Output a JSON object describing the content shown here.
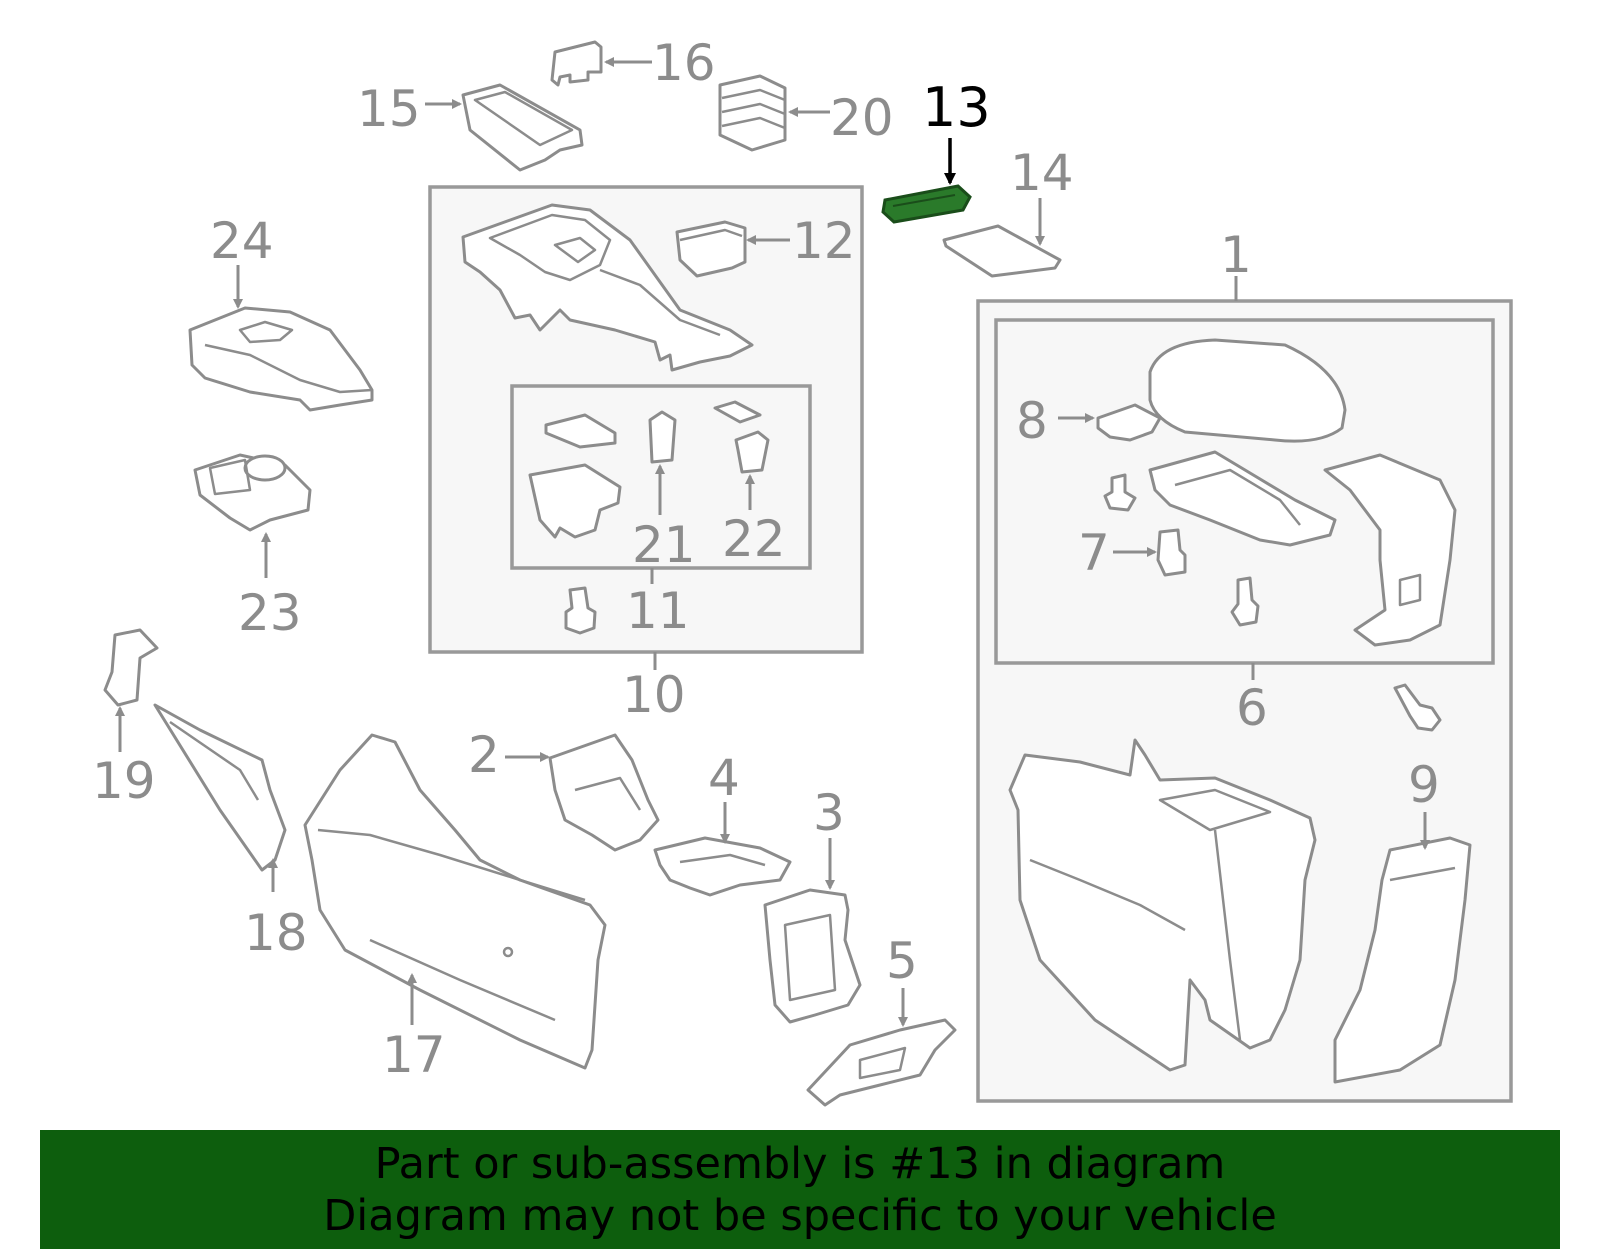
{
  "colors": {
    "line_gray": "#8c8c8c",
    "box_fill": "#f7f7f7",
    "highlight_part": "#2a7a2a",
    "banner_bg": "#0d5e0d",
    "highlight_label": "#000000"
  },
  "highlighted_part": "13",
  "callouts": {
    "c1": "1",
    "c2": "2",
    "c3": "3",
    "c4": "4",
    "c5": "5",
    "c6": "6",
    "c7": "7",
    "c8": "8",
    "c9": "9",
    "c10": "10",
    "c11": "11",
    "c12": "12",
    "c13": "13",
    "c14": "14",
    "c15": "15",
    "c16": "16",
    "c17": "17",
    "c18": "18",
    "c19": "19",
    "c20": "20",
    "c21": "21",
    "c22": "22",
    "c23": "23",
    "c24": "24"
  },
  "banner": {
    "line1": "Part or sub-assembly is #13 in diagram",
    "line2": "Diagram may not be specific to your vehicle"
  }
}
